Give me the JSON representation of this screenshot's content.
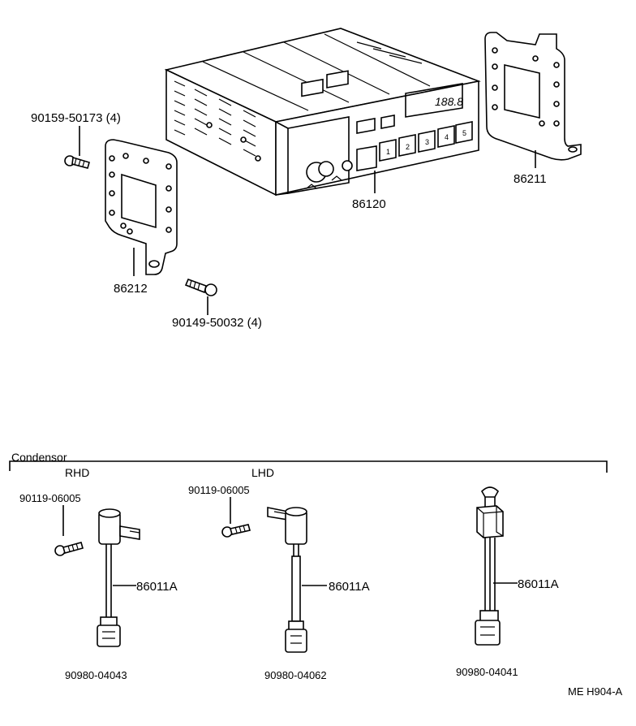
{
  "labels": {
    "screw_top": "90159-50173 (4)",
    "bracket_left": "86212",
    "screw_bottom": "90149-50032 (4)",
    "radio": "86120",
    "bracket_right": "86211",
    "display_text": "188.8",
    "preset_buttons": [
      "1",
      "2",
      "3",
      "4",
      "5"
    ]
  },
  "condensor": {
    "heading": "Condensor",
    "rhd": "RHD",
    "lhd": "LHD",
    "rhd_screw": "90119-06005",
    "lhd_screw": "90119-06005",
    "rhd_part": "86011A",
    "lhd_part": "86011A",
    "third_part": "86011A",
    "rhd_connector": "90980-04043",
    "lhd_connector": "90980-04062",
    "third_connector": "90980-04041"
  },
  "code": "ME H904-A"
}
